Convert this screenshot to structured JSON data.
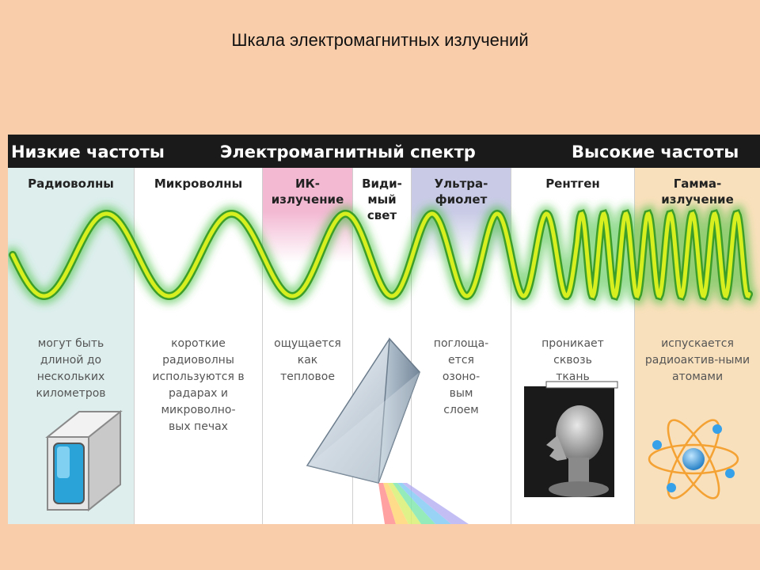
{
  "slide": {
    "title": "Шкала электромагнитных излучений"
  },
  "band": {
    "left": "Низкие частоты",
    "center": "Электромагнитный спектр",
    "right": "Высокие частоты"
  },
  "columns": [
    {
      "id": "radio",
      "title": "Радиоволны",
      "desc": "могут быть длиной до нескольких километров",
      "tint": "#ddeeed"
    },
    {
      "id": "micro",
      "title": "Микроволны",
      "desc": "короткие радиоволны используются в радарах и микроволно-вых печах",
      "tint": "#ffffff"
    },
    {
      "id": "ir",
      "title": "ИК-излучение",
      "desc": "ощущается как тепловое",
      "tint": "#f3b9d3"
    },
    {
      "id": "visible",
      "title": "Види-мый свет",
      "desc": "",
      "tint": "#ffffff"
    },
    {
      "id": "uv",
      "title": "Ультра-фиолет",
      "desc": "поглоща-ется озоно-вым слоем",
      "tint": "#c9cbe6"
    },
    {
      "id": "xray",
      "title": "Рентген",
      "desc": "проникает сквозь ткань",
      "tint": "#ffffff"
    },
    {
      "id": "gamma",
      "title": "Гамма-излучение",
      "desc": "испускается радиоактив-ными атомами",
      "tint": "#f9e0bc"
    }
  ],
  "icons": [
    "tv-screen-icon",
    "prism-icon",
    "xray-head-icon",
    "atom-icon"
  ],
  "colors": {
    "wave": "#cfe81c",
    "wave_glow": "#40c23c",
    "background": "#f9cdaa",
    "band": "#1a1a1a"
  }
}
